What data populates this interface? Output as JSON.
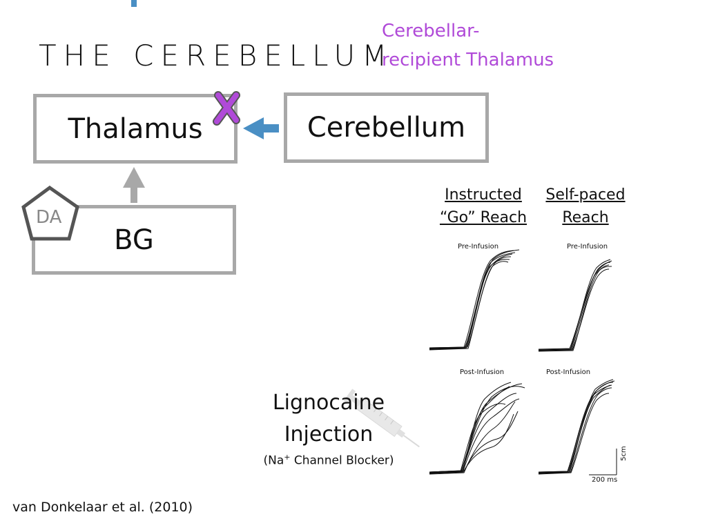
{
  "slide": {
    "title": "THE CEREBELLUM",
    "subtitle_line1": "Cerebellar-",
    "subtitle_line2": "recipient Thalamus",
    "colors": {
      "accent_purple": "#b04ad8",
      "arrow_blue": "#4a8fc4",
      "box_gray": "#a8a8a8"
    }
  },
  "diagram": {
    "thalamus_label": "Thalamus",
    "cerebellum_label": "Cerebellum",
    "bg_label": "BG",
    "da_label": "DA",
    "lesion_marker_icon": "x-mark-icon"
  },
  "figure": {
    "col1_line1": "Instructed",
    "col1_line2": "“Go” Reach",
    "col2_line1": "Self-paced",
    "col2_line2": "Reach",
    "pre_label_left": "Pre-Infusion",
    "pre_label_right": "Pre-Infusion",
    "post_label_left": "Post-Infusion",
    "post_label_right": "Post-Infusion",
    "scale_time": "200 ms",
    "scale_distance": "5cm"
  },
  "injection": {
    "line1": "Lignocaine",
    "line2": "Injection",
    "line3_prefix": "(Na",
    "line3_sup": "+",
    "line3_suffix": " Channel Blocker)",
    "icon": "syringe-icon"
  },
  "citation": "van Donkelaar et al. (2010)"
}
